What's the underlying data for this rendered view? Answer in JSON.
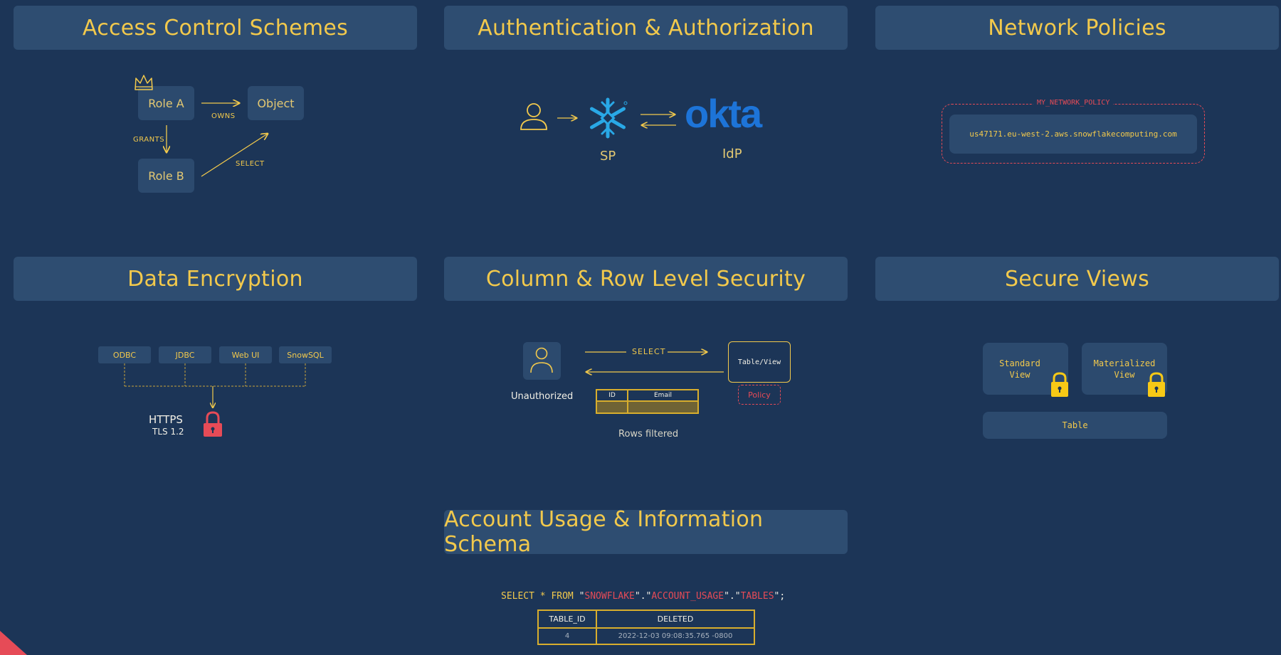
{
  "colors": {
    "background": "#1c3557",
    "header_bg": "#2e4d71",
    "accent": "#f2c94c",
    "red": "#e64b57",
    "okta_blue": "#1d74d8",
    "snowflake_blue": "#29a8e6"
  },
  "sections": {
    "access_control": {
      "title": "Access Control Schemes",
      "role_a": "Role A",
      "role_b": "Role B",
      "object": "Object",
      "owns": "OWNS",
      "grants": "GRANTS",
      "select": "SELECT",
      "icon": "crown-icon"
    },
    "auth": {
      "title": "Authentication & Authorization",
      "sp": "SP",
      "idp": "IdP",
      "okta": "okta",
      "icons": [
        "user-icon",
        "snowflake-icon",
        "okta-logo"
      ]
    },
    "network": {
      "title": "Network Policies",
      "policy_name": "MY_NETWORK_POLICY",
      "host": "us47171.eu-west-2.aws.snowflakecomputing.com"
    },
    "encryption": {
      "title": "Data Encryption",
      "clients": [
        "ODBC",
        "JDBC",
        "Web UI",
        "SnowSQL"
      ],
      "protocol": "HTTPS",
      "tls": "TLS 1.2",
      "icon": "lock-icon"
    },
    "column_row": {
      "title": "Column & Row Level Security",
      "user_label": "Unauthorized",
      "select": "SELECT",
      "table_view": "Table/View",
      "policy": "Policy",
      "col_id": "ID",
      "col_email": "Email",
      "caption": "Rows filtered"
    },
    "secure_views": {
      "title": "Secure Views",
      "standard_view": "Standard View",
      "materialized_view": "Materialized View",
      "table": "Table",
      "icon": "lock-icon"
    },
    "account_usage": {
      "title": "Account Usage & Information Schema",
      "query": {
        "prefix": "SELECT * FROM ",
        "q": "\"",
        "db": "SNOWFLAKE",
        "dot": ".",
        "schema": "ACCOUNT_USAGE",
        "table": "TABLES",
        "end": ";"
      },
      "columns": [
        "TABLE_ID",
        "DELETED"
      ],
      "row": [
        "4",
        "2022-12-03 09:08:35.765 -0800"
      ]
    }
  }
}
